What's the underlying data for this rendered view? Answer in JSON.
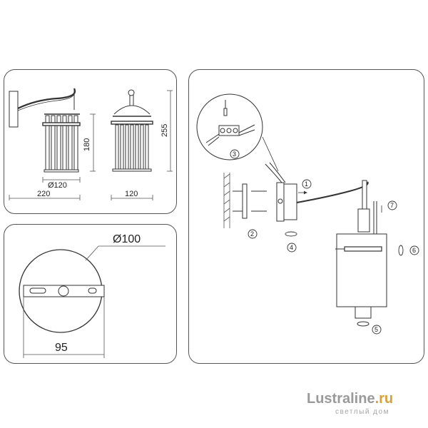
{
  "panel_front": {
    "width_label": "220",
    "height_label": "180",
    "shade_diameter_label": "Ø120"
  },
  "panel_side": {
    "width_label": "120",
    "height_label": "255"
  },
  "panel_base": {
    "diameter_label": "Ø100",
    "screw_span_label": "95"
  },
  "panel_install": {
    "steps": [
      "1",
      "2",
      "3",
      "4",
      "5",
      "6",
      "7"
    ]
  },
  "watermark": {
    "brand_main": "Lustraline",
    "brand_tld": ".ru",
    "brand_sub": "светлый дом"
  }
}
